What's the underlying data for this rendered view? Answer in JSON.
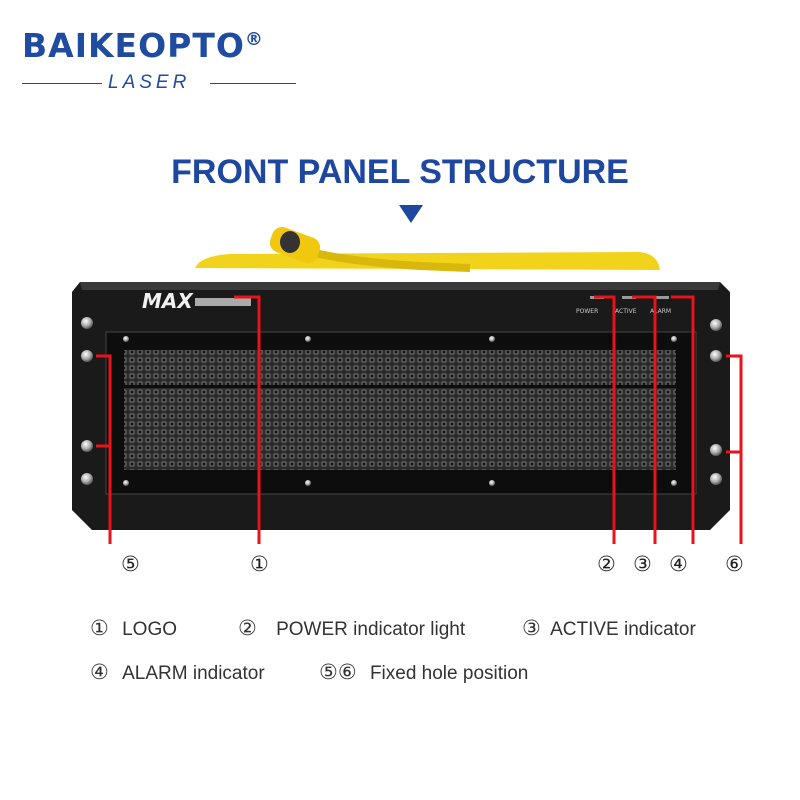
{
  "brand": {
    "name": "BAIKEOPTO",
    "reg": "®",
    "sub": "LASER",
    "color": "#1f4ba0"
  },
  "title": "FRONT PANEL STRUCTURE",
  "device": {
    "logo": "MAX",
    "indicators": [
      "POWER",
      "ACTIVE",
      "ALARM"
    ],
    "body_color": "#1a1a1a",
    "cover_color": "#f2d31b",
    "marker_color": "#e8131b"
  },
  "callouts": [
    "⑤",
    "①",
    "②",
    "③",
    "④",
    "⑥"
  ],
  "legend": [
    {
      "num": "①",
      "text": "LOGO"
    },
    {
      "num": "②",
      "text": "POWER indicator light"
    },
    {
      "num": "③",
      "text": "ACTIVE indicator"
    },
    {
      "num": "④",
      "text": "ALARM indicator"
    },
    {
      "num": "⑤⑥",
      "text": "Fixed hole position"
    }
  ]
}
